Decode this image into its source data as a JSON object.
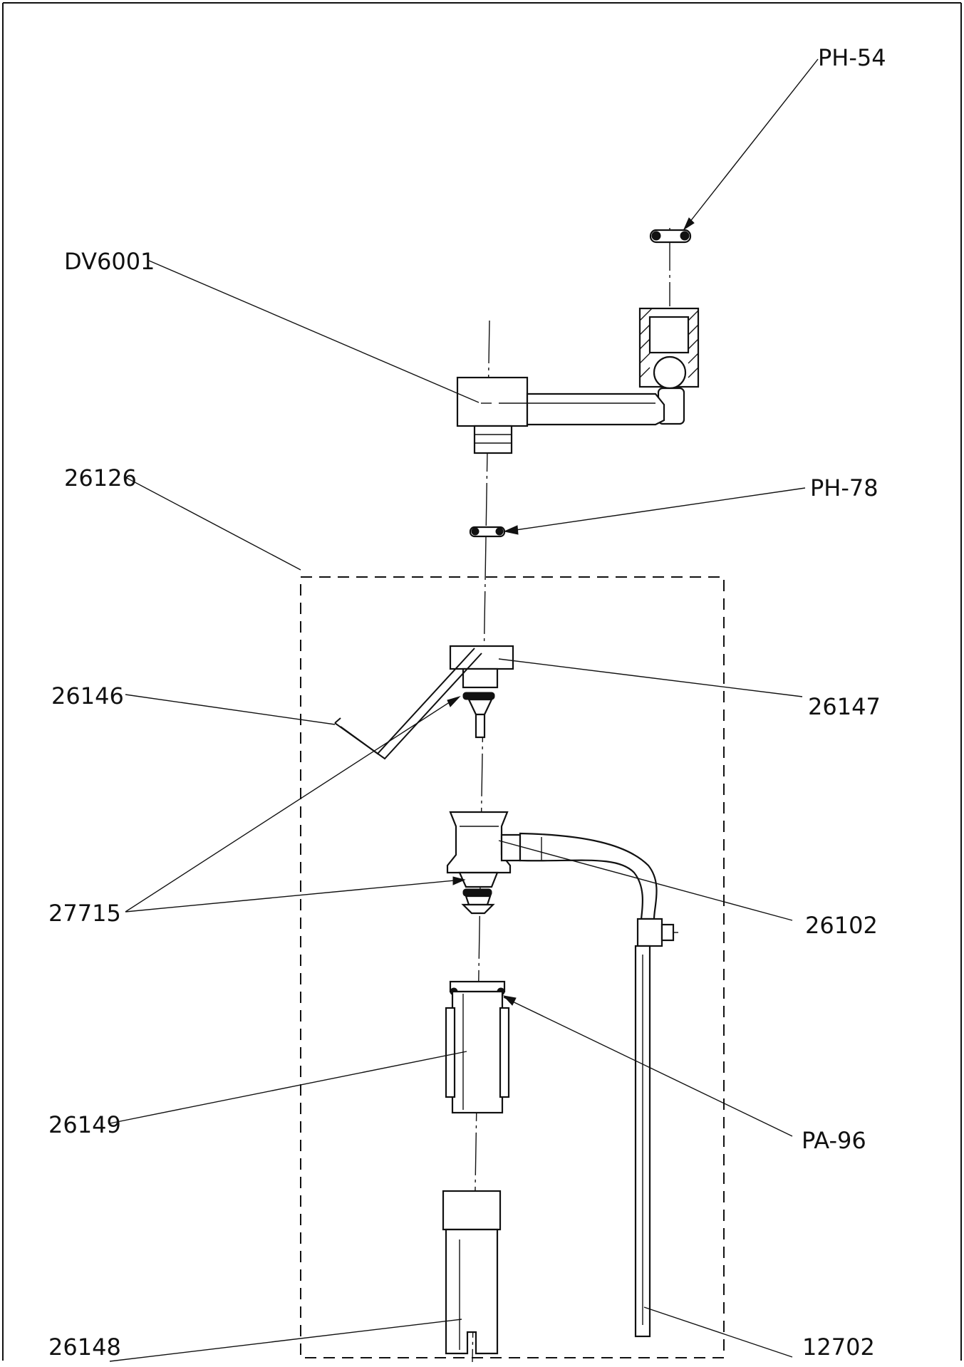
{
  "labels": {
    "ph54": "PH-54",
    "dv6001": "DV6001",
    "p26126": "26126",
    "ph78": "PH-78",
    "p26146": "26146",
    "p26147": "26147",
    "p27715": "27715",
    "p26102": "26102",
    "p26149": "26149",
    "pa96": "PA-96",
    "p26148": "26148",
    "p12702": "12702"
  }
}
